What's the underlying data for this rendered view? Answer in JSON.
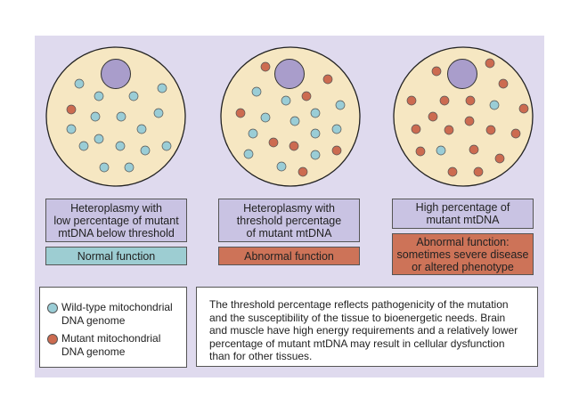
{
  "colors": {
    "panel": "#dfdaee",
    "cytoplasm": "#f6e7c2",
    "nucleus": "#a99dcb",
    "wild_type": "#9acdd6",
    "mutant": "#cc6b50",
    "label_box": "#c9c3e3",
    "normal_box": "#9dcdd2",
    "abnormal_box": "#cd7358"
  },
  "cells": [
    {
      "label": "Heteroplasmy with\nlow percentage of mutant\nmtDNA below threshold",
      "outcome": "Normal function",
      "outcome_type": "normal",
      "dots": [
        "w",
        "w",
        "w",
        "w",
        "m",
        "w",
        "w",
        "w",
        "w",
        "w",
        "w",
        "w",
        "w",
        "w",
        "w",
        "w",
        "w"
      ]
    },
    {
      "label": "Heteroplasmy with\nthreshold percentage\nof mutant mtDNA",
      "outcome": "Abnormal function",
      "outcome_type": "abnormal",
      "dots": [
        "m",
        "m",
        "w",
        "w",
        "m",
        "w",
        "m",
        "w",
        "w",
        "w",
        "w",
        "w",
        "w",
        "m",
        "m",
        "w",
        "w",
        "m",
        "w",
        "m"
      ]
    },
    {
      "label": "High percentage of\nmutant mtDNA",
      "outcome": "Abnormal function:\nsometimes severe disease\nor altered phenotype",
      "outcome_type": "abnormal",
      "dots": [
        "m",
        "m",
        "m",
        "m",
        "m",
        "m",
        "w",
        "m",
        "m",
        "m",
        "m",
        "m",
        "m",
        "m",
        "m",
        "w",
        "m",
        "m",
        "m",
        "m"
      ]
    }
  ],
  "legend": [
    {
      "type": "wild_type",
      "text": "Wild-type mitochondrial\nDNA genome"
    },
    {
      "type": "mutant",
      "text": "Mutant mitochondrial\nDNA genome"
    }
  ],
  "note": "The threshold percentage reflects pathogenicity of the mutation and the susceptibility of the tissue to bioenergetic needs.  Brain and muscle have high energy requirements and a relatively lower percentage of mutant mtDNA may result in cellular dysfunction than for other tissues."
}
